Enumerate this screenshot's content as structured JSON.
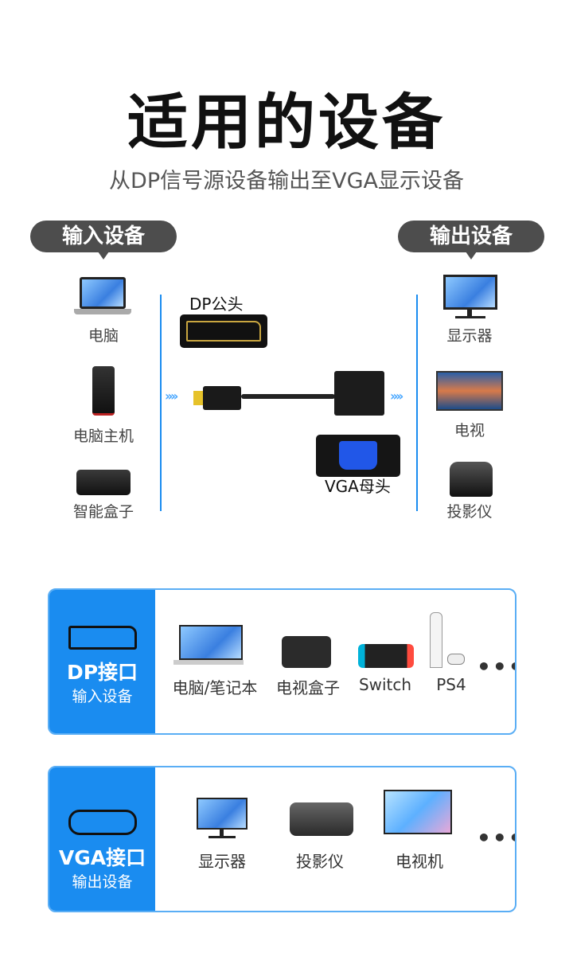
{
  "header": {
    "title": "适用的设备",
    "subtitle": "从DP信号源设备输出至VGA显示设备"
  },
  "input_group": {
    "label": "输入设备",
    "devices": [
      {
        "label": "电脑",
        "icon": "laptop-icon"
      },
      {
        "label": "电脑主机",
        "icon": "desktop-tower-icon"
      },
      {
        "label": "智能盒子",
        "icon": "smart-box-icon"
      }
    ]
  },
  "output_group": {
    "label": "输出设备",
    "devices": [
      {
        "label": "显示器",
        "icon": "monitor-icon"
      },
      {
        "label": "电视",
        "icon": "tv-icon"
      },
      {
        "label": "投影仪",
        "icon": "projector-icon"
      }
    ]
  },
  "adapter": {
    "dp_label": "DP公头",
    "vga_label": "VGA母头"
  },
  "dp_card": {
    "title": "DP接口",
    "subtitle": "输入设备",
    "items": [
      "电脑/笔记本",
      "电视盒子",
      "Switch",
      "PS4"
    ],
    "more": "•••"
  },
  "vga_card": {
    "title": "VGA接口",
    "subtitle": "输出设备",
    "items": [
      "显示器",
      "投影仪",
      "电视机"
    ],
    "more": "•••"
  },
  "colors": {
    "accent": "#1a8cf0",
    "pill": "#4d4d4d"
  }
}
